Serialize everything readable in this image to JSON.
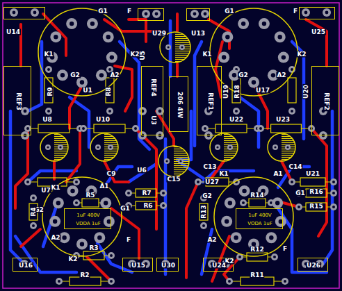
{
  "diagram": {
    "nodes": [
      {
        "text": [
          "U14"
        ]
      },
      {
        "text": [
          "U29"
        ]
      },
      {
        "text": [
          "U13"
        ]
      },
      {
        "text": [
          "U25"
        ]
      },
      {
        "text": [
          "REF3"
        ]
      },
      {
        "text": [
          "REF4",
          "U3"
        ]
      },
      {
        "text": [
          "206 4W"
        ]
      },
      {
        "text": [
          "REF1"
        ]
      },
      {
        "text": [
          "REF2"
        ]
      },
      {
        "text": [
          "G1",
          "F",
          "K1",
          "K2",
          "G2",
          "A2",
          "U1"
        ]
      },
      {
        "text": [
          "G1",
          "F",
          "K1",
          "K2",
          "G2",
          "A2",
          "U17"
        ]
      },
      {
        "text": [
          "K1",
          "A1",
          "G2",
          "G1",
          "A2",
          "F",
          "K2"
        ]
      },
      {
        "text": [
          "K1",
          "A1",
          "G2",
          "G1",
          "A2",
          "F",
          "K2"
        ]
      },
      {
        "text": [
          "1uF 400V",
          "VDDA 1uF"
        ],
        "in": 11
      },
      {
        "text": [
          "1uF 400V",
          "VODA 1uF"
        ],
        "in": 12
      },
      {
        "text": [
          "U16"
        ]
      },
      {
        "text": [
          "U15"
        ]
      },
      {
        "text": [
          "U30"
        ]
      },
      {
        "text": [
          "U24"
        ]
      },
      {
        "text": [
          "U26"
        ]
      }
    ],
    "labels": [
      "R9",
      "R8",
      "U8",
      "U10",
      "U5",
      "C9",
      "U6",
      "C15",
      "R18",
      "U19",
      "U22",
      "U23",
      "U20",
      "C13",
      "C14",
      "U7",
      "R7",
      "R6",
      "R5",
      "R4",
      "R3",
      "R2",
      "U27",
      "U21",
      "R16",
      "R15",
      "R14",
      "R13",
      "R12",
      "R11"
    ]
  }
}
